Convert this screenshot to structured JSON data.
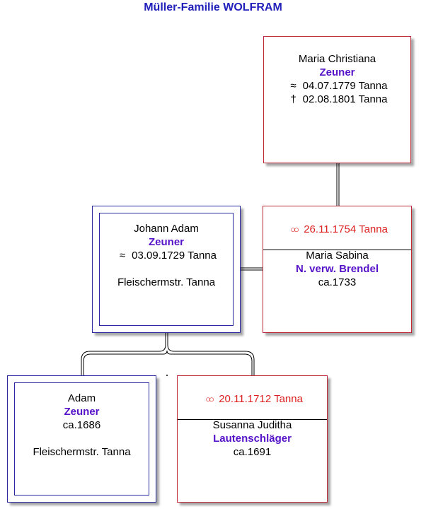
{
  "title": "Müller-Familie WOLFRAM",
  "persons": {
    "maria_christiana": {
      "given": "Maria Christiana",
      "surname": "Zeuner",
      "birth_symbol": "≈",
      "birth": "04.07.1779 Tanna",
      "death_symbol": "†",
      "death": "02.08.1801 Tanna"
    },
    "johann_adam": {
      "given": "Johann Adam",
      "surname": "Zeuner",
      "birth_symbol": "≈",
      "birth": "03.09.1729 Tanna",
      "occupation": "Fleischermstr. Tanna"
    },
    "maria_sabina": {
      "marriage": "26.11.1754 Tanna",
      "given": "Maria Sabina",
      "surname": "N. verw. Brendel",
      "born": "ca.1733"
    },
    "adam": {
      "given": "Adam",
      "surname": "Zeuner",
      "born": "ca.1686",
      "occupation": "Fleischermstr. Tanna"
    },
    "susanna_juditha": {
      "marriage": "20.11.1712 Tanna",
      "given": "Susanna Juditha",
      "surname": "Lautenschläger",
      "born": "ca.1691"
    }
  },
  "marriage_icon": "wedding-rings-icon",
  "colors": {
    "title": "#2222bb",
    "surname": "#5512c8",
    "marriage": "#dd2020",
    "female_border": "#c0283a",
    "male_border": "#2a2aa0"
  }
}
